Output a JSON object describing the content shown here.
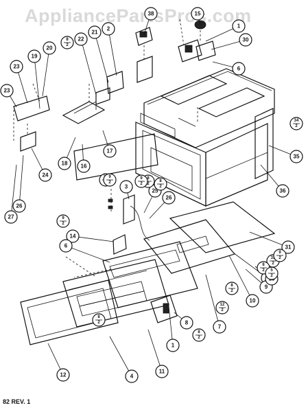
{
  "watermark": "AppliancePartsPros.com",
  "revision": "82 REV. 1",
  "callouts": [
    {
      "label": "23"
    },
    {
      "label": "38"
    },
    {
      "label": "15"
    },
    {
      "label": "1"
    },
    {
      "label": "30"
    },
    {
      "label": "6"
    },
    {
      "label": "22"
    },
    {
      "label": "21"
    },
    {
      "label": "2"
    },
    {
      "label": "19"
    },
    {
      "label": "20"
    },
    {
      "label": "23"
    },
    {
      "label": "18"
    },
    {
      "label": "16"
    },
    {
      "label": "17"
    },
    {
      "label": "24"
    },
    {
      "label": "26"
    },
    {
      "label": "27"
    },
    {
      "label": "35"
    },
    {
      "label": "36"
    },
    {
      "label": "3"
    },
    {
      "label": "25"
    },
    {
      "label": "26"
    },
    {
      "label": "14"
    },
    {
      "label": "6"
    },
    {
      "label": "31"
    },
    {
      "label": "5"
    },
    {
      "label": "7"
    },
    {
      "label": "1"
    },
    {
      "label": "8"
    },
    {
      "label": "11"
    },
    {
      "label": "4"
    },
    {
      "label": "12"
    },
    {
      "label": "10"
    },
    {
      "label": "9"
    },
    {
      "label": "13"
    }
  ],
  "fraction_callouts": [
    {
      "num": "8",
      "den": "2"
    },
    {
      "num": "34",
      "den": "2"
    },
    {
      "num": "34",
      "den": "2"
    },
    {
      "num": "9",
      "den": "2"
    },
    {
      "num": "33",
      "den": "2"
    },
    {
      "num": "8",
      "den": "2"
    },
    {
      "num": "9",
      "den": "2"
    },
    {
      "num": "8",
      "den": "2"
    },
    {
      "num": "8",
      "den": "2"
    },
    {
      "num": "8",
      "den": "2"
    },
    {
      "num": "9",
      "den": "2"
    },
    {
      "num": "9",
      "den": "2"
    },
    {
      "num": "8",
      "den": "2"
    },
    {
      "num": "5",
      "den": "2"
    },
    {
      "num": "12",
      "den": "2"
    },
    {
      "num": "8",
      "den": "2"
    }
  ]
}
